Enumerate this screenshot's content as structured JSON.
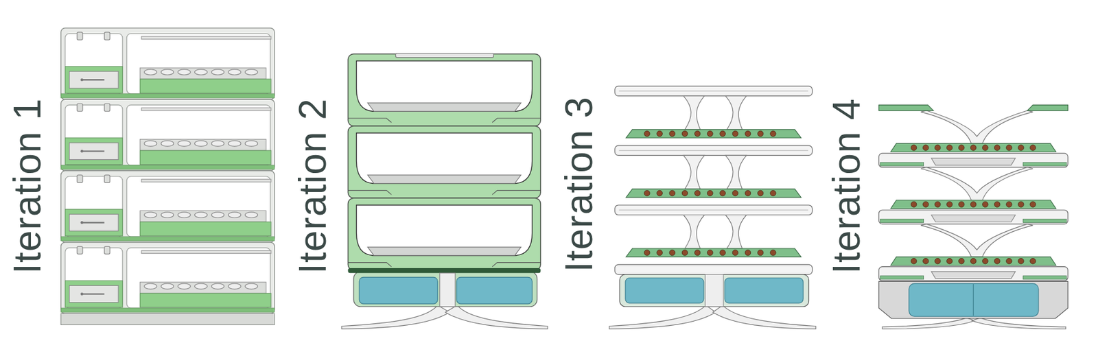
{
  "diagram": {
    "labels": [
      "Iteration 1",
      "Iteration 2",
      "Iteration 3",
      "Iteration 4"
    ]
  }
}
